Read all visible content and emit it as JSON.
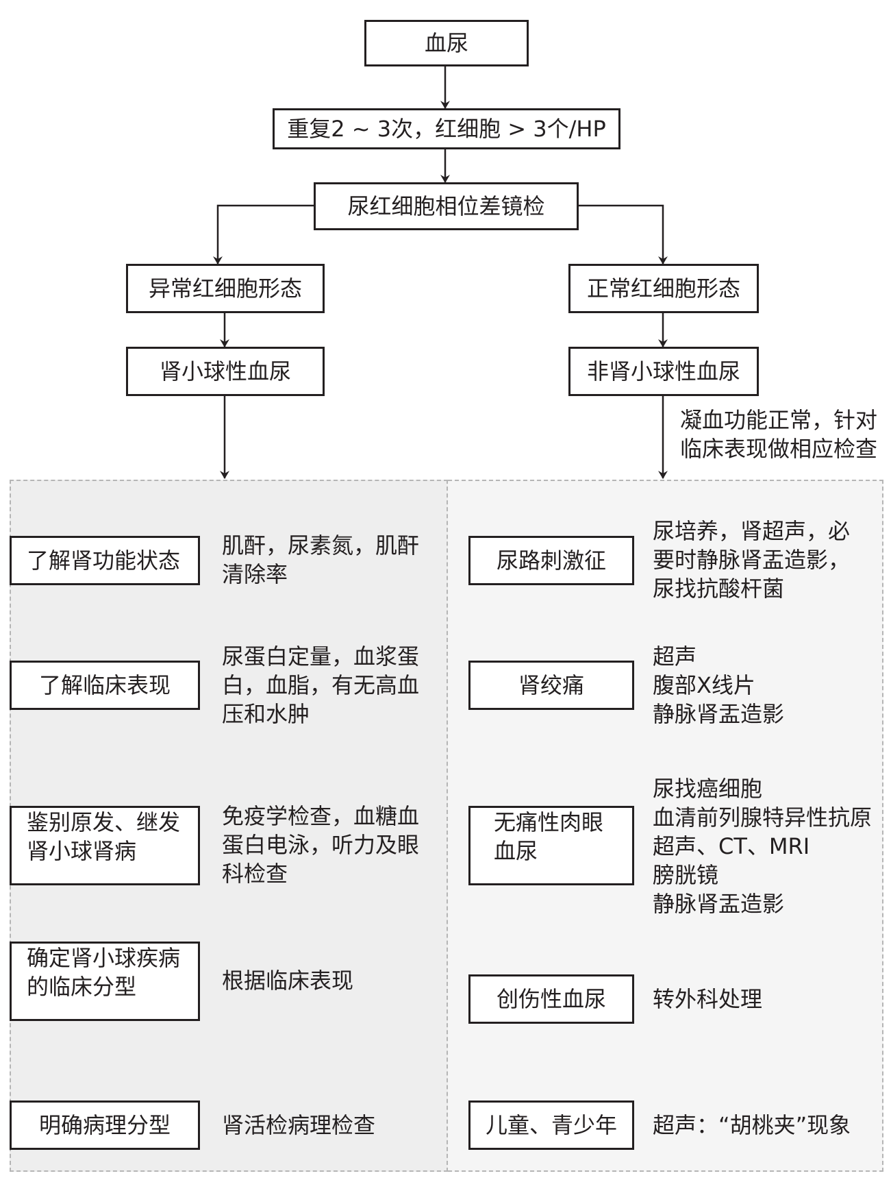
{
  "top": {
    "hematuria": "血尿",
    "repeat": "重复2 ~ 3次，红细胞 > 3个/HP",
    "phase_contrast": "尿红细胞相位差镜检"
  },
  "left_branch": {
    "abnormal_morphology": "异常红细胞形态",
    "glomerular": "肾小球性血尿",
    "rows": [
      {
        "box": [
          "了解肾功能状态"
        ],
        "note": [
          "肌酐，尿素氮，肌酐",
          "清除率"
        ]
      },
      {
        "box": [
          "了解临床表现"
        ],
        "note": [
          "尿蛋白定量，血浆蛋",
          "白，血脂，有无高血",
          "压和水肿"
        ]
      },
      {
        "box": [
          "鉴别原发、继发",
          "肾小球肾病"
        ],
        "note": [
          "免疫学检查，血糖血",
          "蛋白电泳，听力及眼",
          "科检查"
        ]
      },
      {
        "box": [
          "确定肾小球疾病",
          "的临床分型"
        ],
        "note": [
          "根据临床表现"
        ]
      },
      {
        "box": [
          "明确病理分型"
        ],
        "note": [
          "肾活检病理检查"
        ]
      }
    ]
  },
  "right_branch": {
    "normal_morphology": "正常红细胞形态",
    "non_glomerular": "非肾小球性血尿",
    "arrow_note": [
      "凝血功能正常，针对",
      "临床表现做相应检查"
    ],
    "rows": [
      {
        "box": [
          "尿路刺激征"
        ],
        "note": [
          "尿培养，肾超声，必",
          "要时静脉肾盂造影，",
          "尿找抗酸杆菌"
        ]
      },
      {
        "box": [
          "肾绞痛"
        ],
        "note": [
          "超声",
          "腹部X线片",
          "静脉肾盂造影"
        ]
      },
      {
        "box": [
          "无痛性肉眼",
          "血尿"
        ],
        "note": [
          "尿找癌细胞",
          "血清前列腺特异性抗原",
          "超声、CT、MRI",
          "膀胱镜",
          "静脉肾盂造影"
        ]
      },
      {
        "box": [
          "创伤性血尿"
        ],
        "note": [
          "转外科处理"
        ]
      },
      {
        "box": [
          "儿童、青少年"
        ],
        "note": [
          "超声：“胡桃夹”现象"
        ]
      }
    ]
  }
}
